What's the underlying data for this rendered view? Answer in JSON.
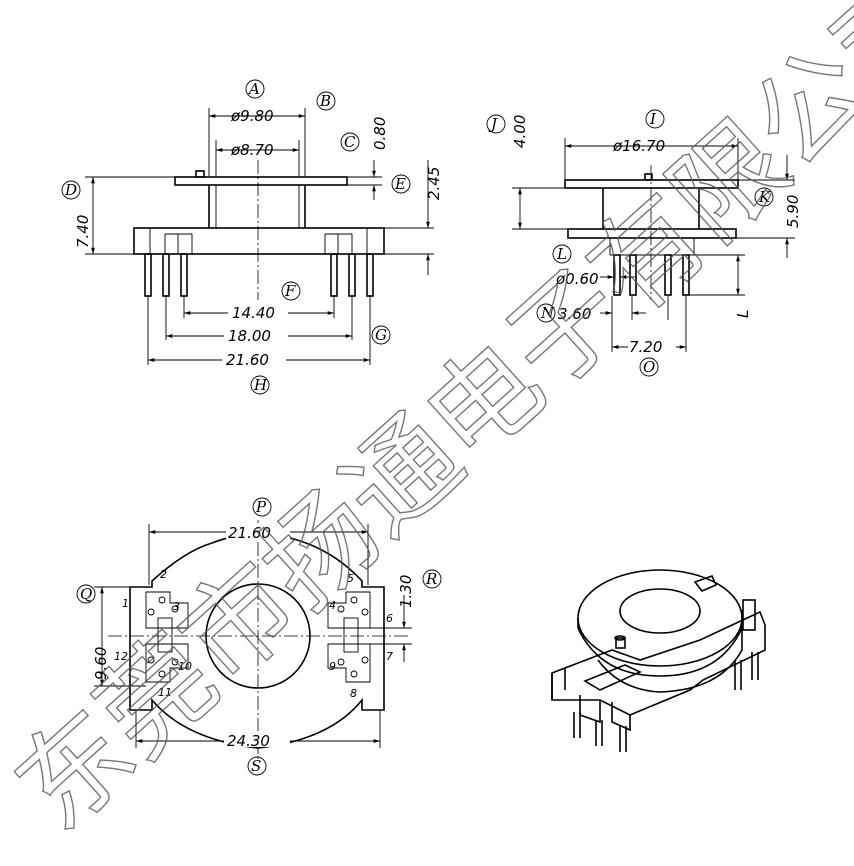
{
  "dimensions": {
    "d_A": "ø9.80",
    "d_B": "ø8.70",
    "d_C": "0.80",
    "d_E": "2.45",
    "d_D": "7.40",
    "d_F": "14.40",
    "d_G": "18.00",
    "d_H": "21.60",
    "d_I": "ø16.70",
    "d_J": "4.00",
    "d_K": "5.90",
    "d_L": "ø0.60",
    "d_N": "3.60",
    "d_O": "7.20",
    "d_Lside": "L",
    "d_P": "21.60",
    "d_Q": "9.60",
    "d_R": "1.30",
    "d_S": "24.30"
  },
  "labels": {
    "A": "A",
    "B": "B",
    "C": "C",
    "D": "D",
    "E": "E",
    "F": "F",
    "G": "G",
    "H": "H",
    "I": "I",
    "J": "J",
    "K": "K",
    "L": "L",
    "N": "N",
    "O": "O",
    "P": "P",
    "Q": "Q",
    "R": "R",
    "S": "S"
  },
  "pins": [
    "1",
    "2",
    "3",
    "4",
    "5",
    "6",
    "7",
    "8",
    "9",
    "10",
    "11",
    "12"
  ],
  "watermark": "东莞市扬通电子有限公司"
}
